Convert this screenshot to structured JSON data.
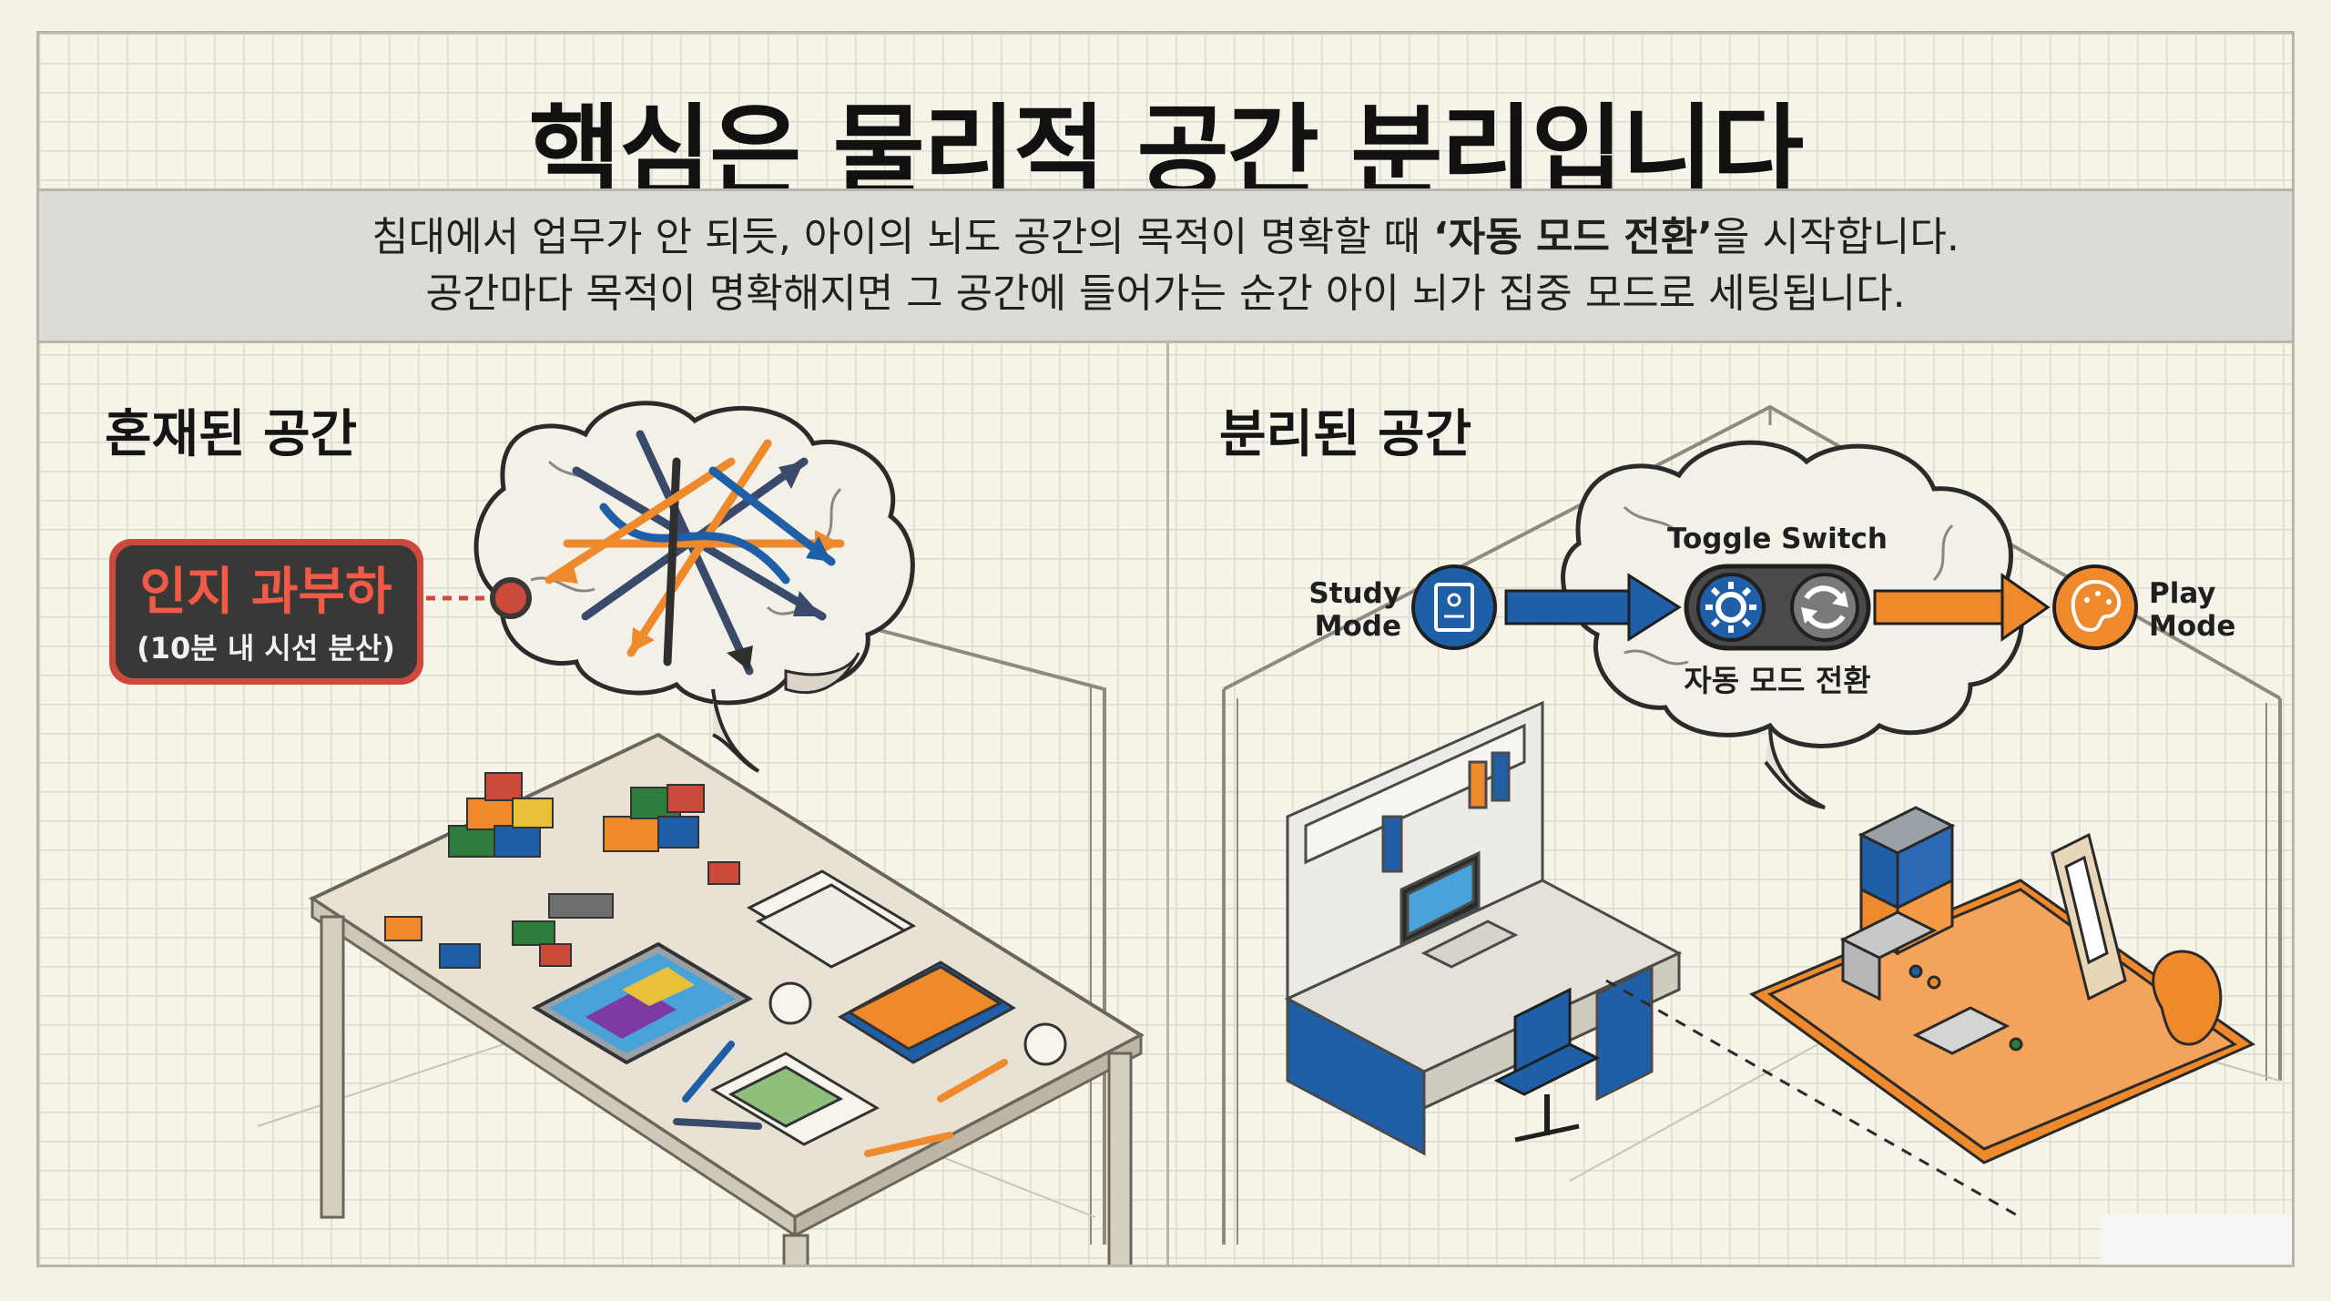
{
  "title": "핵심은 물리적 공간 분리입니다",
  "banner": {
    "line1_pre": "침대에서 업무가 안 되듯, 아이의 뇌도 공간의 목적이 명확할 때 ",
    "line1_bold": "‘자동 모드 전환’",
    "line1_post": "을 시작합니다.",
    "line2": "공간마다 목적이 명확해지면 그 공간에 들어가는 순간 아이 뇌가 집중 모드로 세팅됩니다."
  },
  "left_panel": {
    "title": "혼재된 공간",
    "badge_main": "인지 과부하",
    "badge_sub": "(10분 내 시선 분산)"
  },
  "right_panel": {
    "title": "분리된 공간",
    "toggle_label": "Toggle Switch",
    "study_mode_line1": "Study",
    "study_mode_line2": "Mode",
    "play_mode_line1": "Play",
    "play_mode_line2": "Mode",
    "switch_caption": "자동 모드 전환"
  },
  "colors": {
    "blue": "#1f5fa8",
    "orange": "#ee8a2c",
    "badge_red": "#cc4a3a",
    "badge_dark": "#3a3836"
  }
}
